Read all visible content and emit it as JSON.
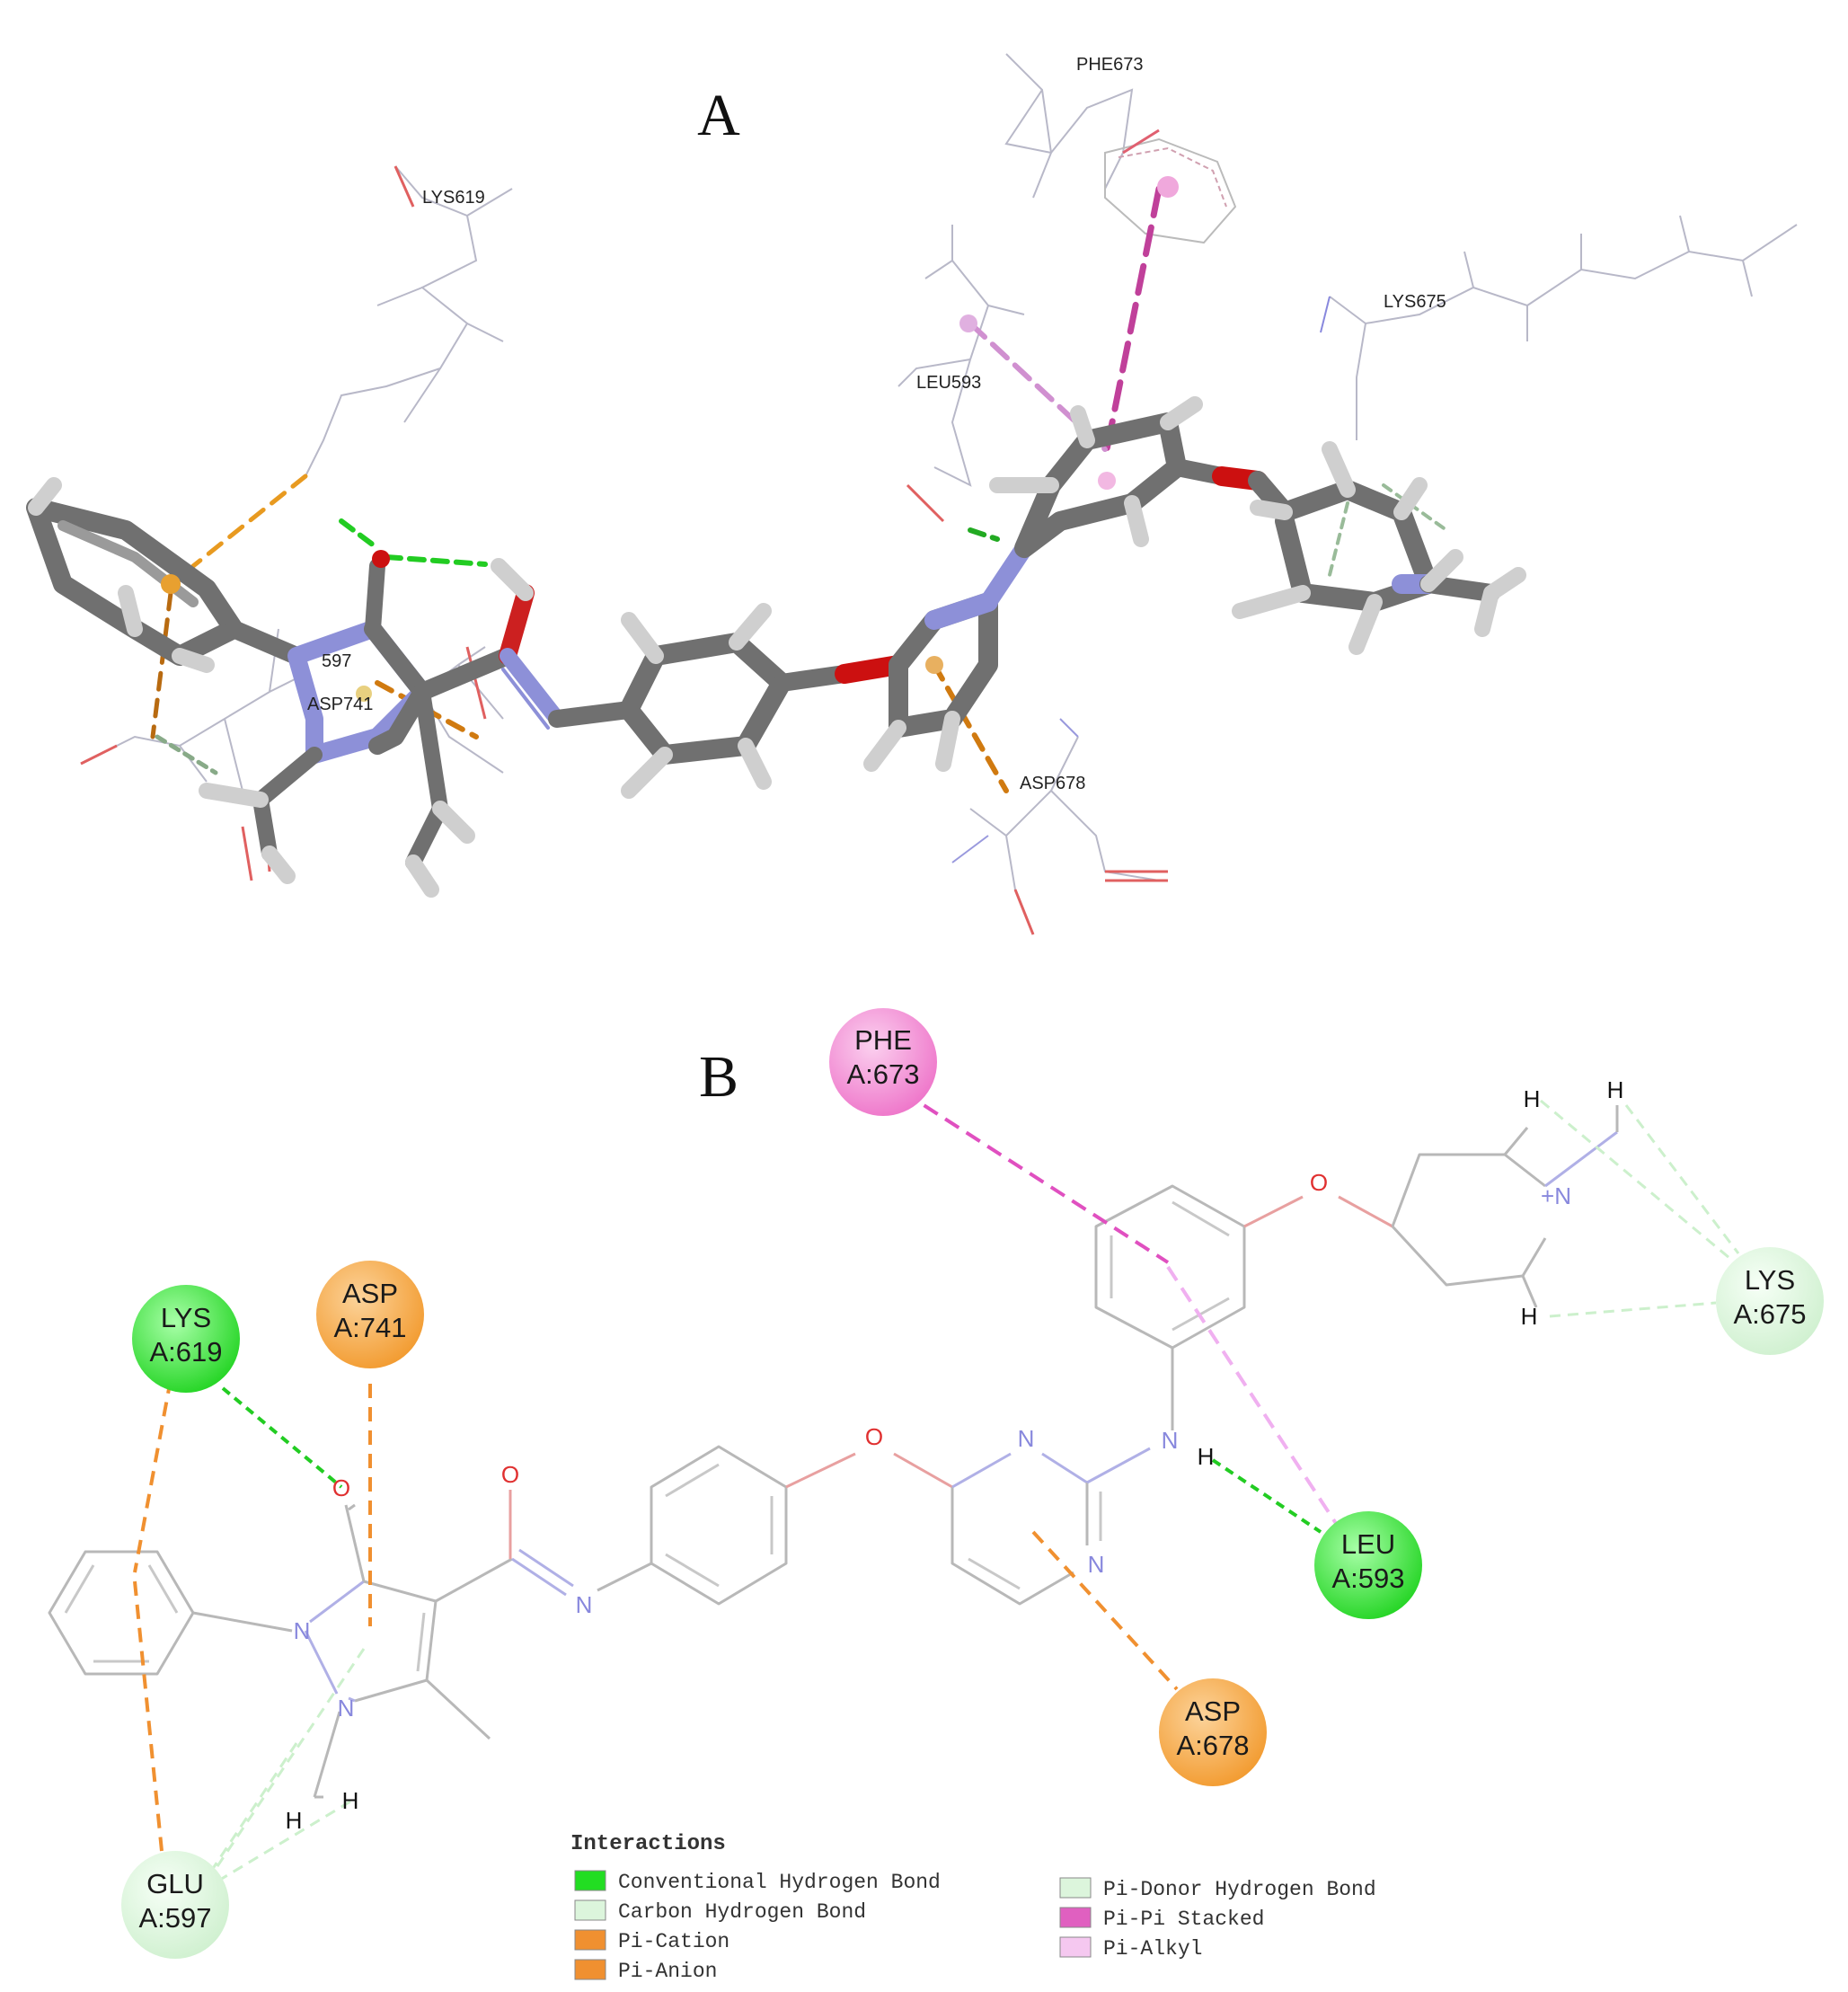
{
  "panel_a": {
    "label": "A",
    "residue_labels": [
      "PHE673",
      "LYS619",
      "LYS675",
      "LEU593",
      "ASP741",
      "ASP678",
      "597"
    ]
  },
  "panel_b": {
    "label": "B",
    "residues": [
      {
        "line1": "PHE",
        "line2": "A:673",
        "color": "#f08bd0"
      },
      {
        "line1": "LYS",
        "line2": "A:619",
        "color": "#3ee83e"
      },
      {
        "line1": "ASP",
        "line2": "A:741",
        "color": "#f5a542"
      },
      {
        "line1": "LYS",
        "line2": "A:675",
        "color": "#dcf7dc"
      },
      {
        "line1": "LEU",
        "line2": "A:593",
        "color": "#3ee83e"
      },
      {
        "line1": "ASP",
        "line2": "A:678",
        "color": "#f5a542"
      },
      {
        "line1": "GLU",
        "line2": "A:597",
        "color": "#dcf7dc"
      }
    ],
    "atoms": [
      "O",
      "O",
      "O",
      "O",
      "N",
      "N",
      "N",
      "N",
      "N",
      "N",
      "+N",
      "H",
      "H",
      "H",
      "H",
      "H",
      "H"
    ]
  },
  "legend": {
    "title": "Interactions",
    "items": [
      {
        "label": "Conventional Hydrogen Bond",
        "color": "#22dd22"
      },
      {
        "label": "Carbon Hydrogen Bond",
        "color": "#dcf5dc"
      },
      {
        "label": "Pi-Cation",
        "color": "#f09030"
      },
      {
        "label": "Pi-Anion",
        "color": "#f09030"
      },
      {
        "label": "Pi-Donor Hydrogen Bond",
        "color": "#dcf5dc"
      },
      {
        "label": "Pi-Pi Stacked",
        "color": "#e060c0"
      },
      {
        "label": "Pi-Alkyl",
        "color": "#f5c8f0"
      }
    ]
  }
}
